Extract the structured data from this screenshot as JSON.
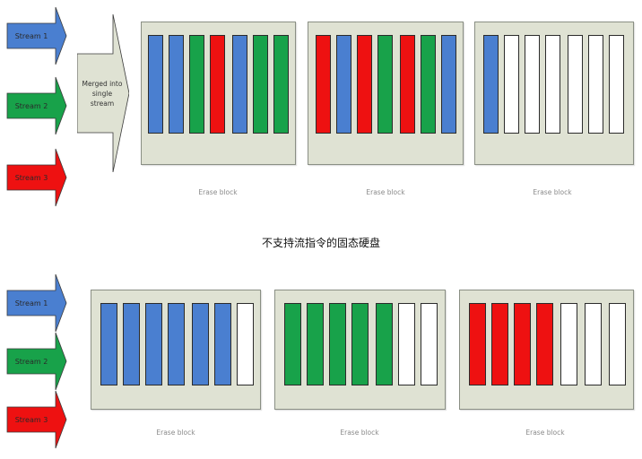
{
  "colors": {
    "stream1": "#4a7fd0",
    "stream2": "#18a24a",
    "stream3": "#ee1111",
    "empty": "#ffffff",
    "block_bg": "#dfe2d3"
  },
  "top": {
    "streams": [
      {
        "label": "Stream 1",
        "color": "stream1"
      },
      {
        "label": "Stream 2",
        "color": "stream2"
      },
      {
        "label": "Stream 3",
        "color": "stream3"
      }
    ],
    "merge_label": "Merged into single stream",
    "blocks": [
      {
        "label": "Erase block",
        "pages": [
          "stream1",
          "stream1",
          "stream2",
          "stream3",
          "stream1",
          "stream2",
          "stream2"
        ]
      },
      {
        "label": "Erase block",
        "pages": [
          "stream3",
          "stream1",
          "stream3",
          "stream2",
          "stream3",
          "stream2",
          "stream1"
        ]
      },
      {
        "label": "Erase block",
        "pages": [
          "stream1",
          "empty",
          "empty",
          "empty",
          "empty",
          "empty",
          "empty"
        ]
      }
    ]
  },
  "caption": "不支持流指令的固态硬盘",
  "bottom": {
    "streams": [
      {
        "label": "Stream 1",
        "color": "stream1"
      },
      {
        "label": "Stream 2",
        "color": "stream2"
      },
      {
        "label": "Stream 3",
        "color": "stream3"
      }
    ],
    "blocks": [
      {
        "label": "Erase block",
        "pages": [
          "stream1",
          "stream1",
          "stream1",
          "stream1",
          "stream1",
          "stream1",
          "empty"
        ]
      },
      {
        "label": "Erase block",
        "pages": [
          "stream2",
          "stream2",
          "stream2",
          "stream2",
          "stream2",
          "empty",
          "empty"
        ]
      },
      {
        "label": "Erase block",
        "pages": [
          "stream3",
          "stream3",
          "stream3",
          "stream3",
          "empty",
          "empty",
          "empty"
        ]
      }
    ]
  }
}
